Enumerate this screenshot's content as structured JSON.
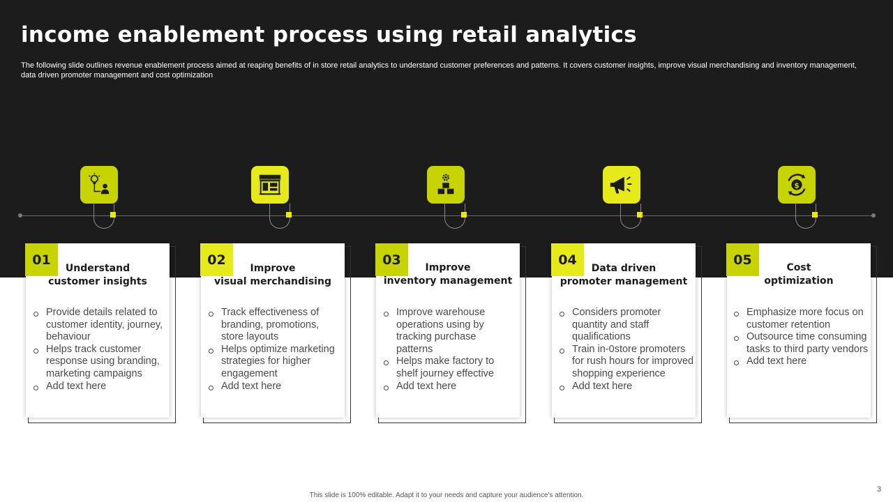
{
  "slide": {
    "title": "income enablement process using retail analytics",
    "subtitle": "The following slide outlines revenue enablement process aimed at reaping benefits of in store retail analytics to understand customer preferences and patterns. It covers customer insights, improve visual merchandising and inventory management, data driven promoter management and cost optimization",
    "footer": "This slide is 100% editable. Adapt it to your needs and capture your audience's attention.",
    "page_number": "3"
  },
  "colors": {
    "dark_background": "#1c1c1c",
    "accent_lime": "#c8d400",
    "accent_yellow": "#e6ea1a"
  },
  "steps": [
    {
      "number": "01",
      "title_line1": "Understand",
      "title_line2": "customer insights",
      "icon": "idea-person-icon",
      "bullets": [
        "Provide details related to customer identity, journey, behaviour",
        "Helps track customer response using branding, marketing campaigns",
        "Add text here"
      ]
    },
    {
      "number": "02",
      "title_line1": "Improve",
      "title_line2": "visual merchandising",
      "icon": "storefront-icon",
      "bullets": [
        "Track effectiveness of branding, promotions, store layouts",
        "Helps optimize marketing strategies for higher engagement",
        "Add text here"
      ]
    },
    {
      "number": "03",
      "title_line1": "Improve",
      "title_line2": "inventory management",
      "icon": "boxes-gear-icon",
      "bullets": [
        "Improve warehouse operations using by tracking purchase patterns",
        "Helps make factory to shelf journey effective",
        "Add text here"
      ]
    },
    {
      "number": "04",
      "title_line1": "Data driven",
      "title_line2": "promoter management",
      "icon": "megaphone-icon",
      "bullets": [
        "Considers promoter quantity and staff qualifications",
        "Train in-0store promoters for rush hours for improved shopping experience",
        "Add text here"
      ]
    },
    {
      "number": "05",
      "title_line1": "Cost",
      "title_line2": "optimization",
      "icon": "money-cycle-icon",
      "bullets": [
        "Emphasize more focus on customer retention",
        "Outsource time consuming tasks to third party vendors",
        "Add text here"
      ]
    }
  ]
}
